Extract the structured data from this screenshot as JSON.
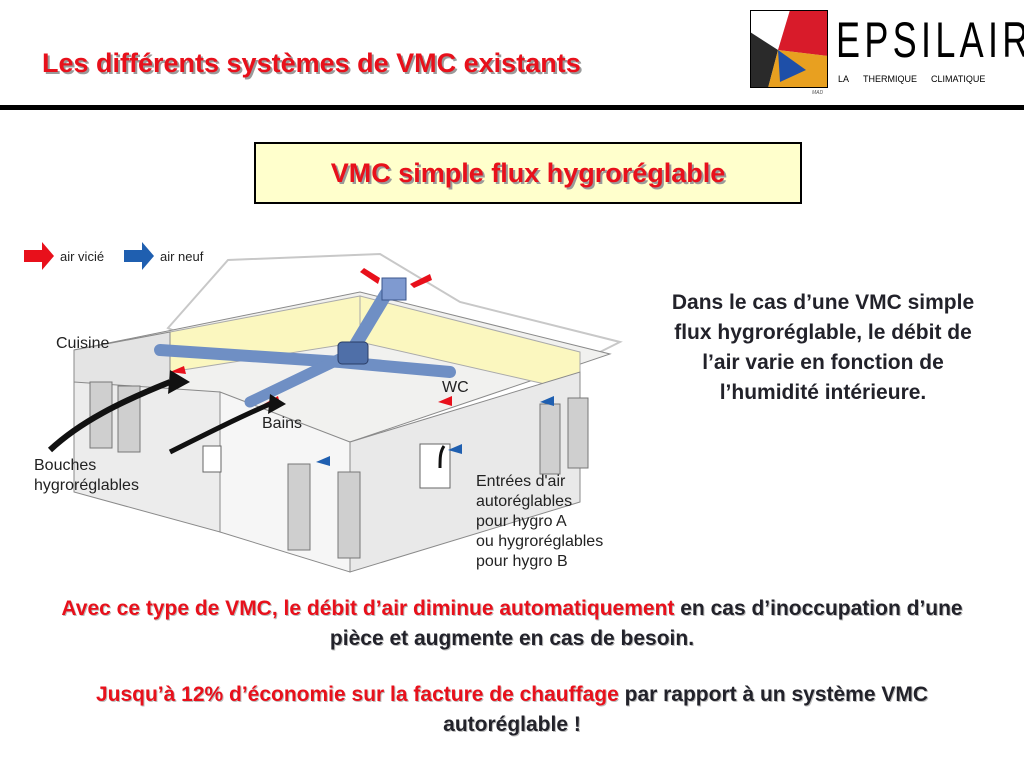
{
  "header": {
    "title": "Les différents systèmes de VMC existants"
  },
  "logo": {
    "name": "EPSILAIR",
    "tagline": [
      "LA",
      "THERMIQUE",
      "CLIMATIQUE"
    ],
    "mark_text": "MAD"
  },
  "subtitle": "VMC simple flux hygroréglable",
  "diagram": {
    "legend": {
      "stale_air": "air vicié",
      "fresh_air": "air neuf"
    },
    "labels": {
      "kitchen": "Cuisine",
      "wc": "WC",
      "bath": "Bains",
      "vents_line1": "Bouches",
      "vents_line2": "hygroréglables",
      "inlets": [
        "Entrées d'air",
        "autoréglables",
        "pour hygro A",
        "ou hygroréglables",
        "pour hygro B"
      ]
    },
    "colors": {
      "stale_arrow": "#e8101b",
      "fresh_arrow": "#1f5fb0",
      "duct": "#6f8fc4",
      "wall_yellow": "#fbf7bf"
    }
  },
  "side_text": "Dans le cas d’une VMC simple flux hygroréglable, le débit de l’air varie en fonction de l’humidité intérieure.",
  "paragraph1": {
    "highlight": "Avec ce type de VMC, le débit d’air diminue automatiquement",
    "rest": " en cas d’inoccupation d’une pièce et augmente en cas de besoin."
  },
  "paragraph2": {
    "highlight": "Jusqu’à 12% d’économie sur la facture de chauffage",
    "rest": " par rapport à un système VMC autoréglable !"
  }
}
